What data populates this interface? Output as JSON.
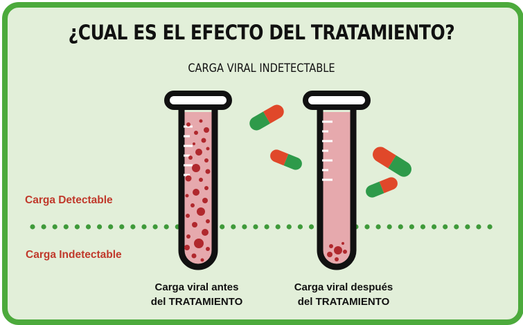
{
  "title": "¿CUAL ES EL EFECTO DEL TRATAMIENTO?",
  "subtitle": "CARGA VIRAL INDETECTABLE",
  "zones": {
    "detectable": "Carga Detectable",
    "undetectable": "Carga Indetectable"
  },
  "tubes": {
    "before": {
      "caption_line1": "Carga viral antes",
      "caption_line2": "del TRATAMIENTO"
    },
    "after": {
      "caption_line1": "Carga viral después",
      "caption_line2": "del TRATAMIENTO"
    }
  },
  "colors": {
    "border": "#4caa3c",
    "background": "#e2efd9",
    "blood_fill": "#e6a9ad",
    "virus": "#b0282d",
    "dotted_line": "#3f9a3a",
    "label_red": "#c0392b",
    "pill_green": "#2e9a4a",
    "pill_red": "#e0482a"
  }
}
